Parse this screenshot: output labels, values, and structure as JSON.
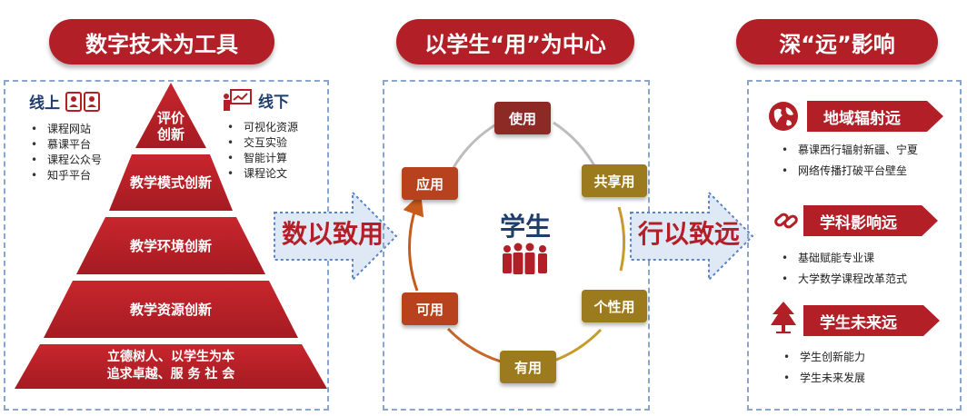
{
  "headers": {
    "left": "数字技术为工具",
    "middle": "以学生“用”为中心",
    "right": "深“远”影响"
  },
  "online": {
    "title": "线上",
    "items": [
      "课程网站",
      "慕课平台",
      "课程公众号",
      "知乎平台"
    ]
  },
  "offline": {
    "title": "线下",
    "items": [
      "可视化资源",
      "交互实验",
      "智能计算",
      "课程论文"
    ]
  },
  "pyramid": {
    "level1_line1": "评价",
    "level1_line2": "创新",
    "level2": "教学模式创新",
    "level3": "教学环境创新",
    "level4": "教学资源创新",
    "level5_line1": "立德树人、以学生为本",
    "level5_line2": "追求卓越、服 务 社 会"
  },
  "arrows": {
    "left": "数以致用",
    "right": "行以致远"
  },
  "center": {
    "title": "学生",
    "nodes": {
      "top": "使用",
      "upper_right": "共享用",
      "lower_right": "个性用",
      "bottom": "有用",
      "lower_left": "可用",
      "upper_left": "应用"
    }
  },
  "impact": {
    "geo": {
      "title": "地域辐射远",
      "items": [
        "慕课西行辐射新疆、宁夏",
        "网络传播打破平台壁垒"
      ]
    },
    "subject": {
      "title": "学科影响远",
      "items": [
        "基础赋能专业课",
        "大学数学课程改革范式"
      ]
    },
    "future": {
      "title": "学生未来远",
      "items": [
        "学生创新能力",
        "学生未来发展"
      ]
    }
  },
  "colors": {
    "brand_red": "#b31f27",
    "node_dark_red": "#8e2a26",
    "node_olive": "#9c7a1e",
    "node_orange_red": "#b7421d",
    "panel_border": "#8aa6cf",
    "arrow_fill": "#dfe9f6"
  }
}
